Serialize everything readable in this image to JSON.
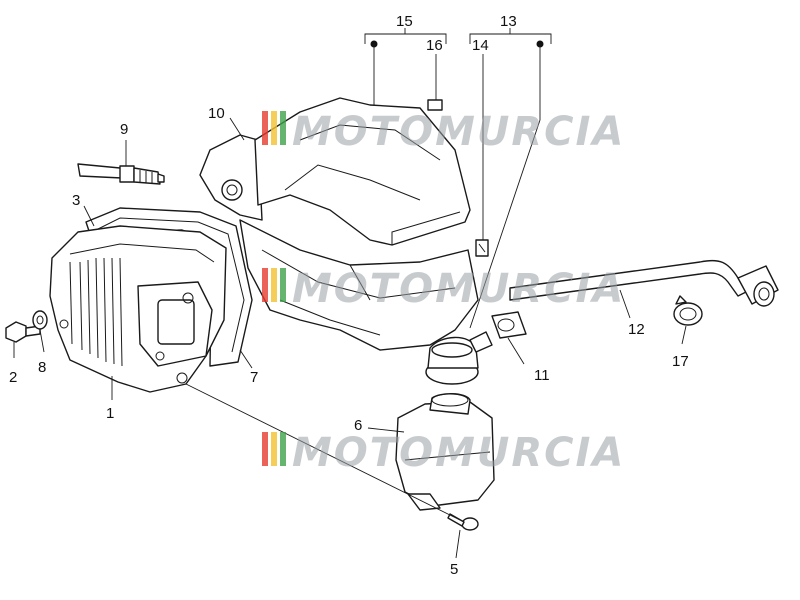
{
  "callouts": {
    "c1": "1",
    "c2": "2",
    "c3": "3",
    "c5": "5",
    "c6": "6",
    "c7": "7",
    "c8": "8",
    "c9": "9",
    "c10": "10",
    "c11": "11",
    "c12": "12",
    "c13": "13",
    "c14": "14",
    "c15": "15",
    "c16": "16",
    "c17": "17"
  },
  "watermark": {
    "text": "MOTOMURCIA",
    "stripe_colors": [
      "#e63b2e",
      "#f2c230",
      "#3fa24a"
    ]
  }
}
